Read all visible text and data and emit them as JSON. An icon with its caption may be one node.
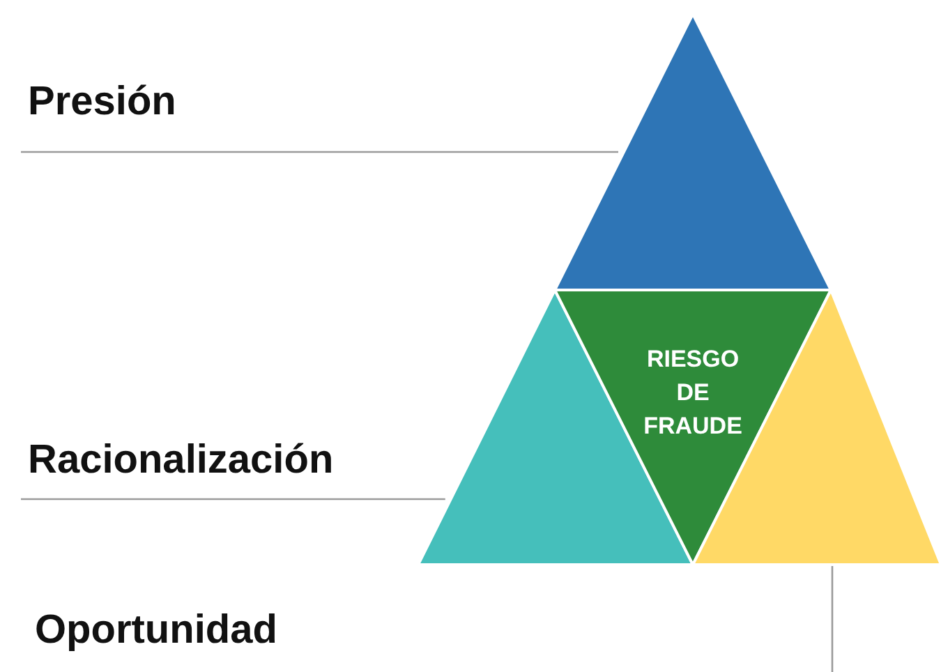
{
  "diagram": {
    "nodes": [
      {
        "text": [
          "Presión"
        ]
      },
      {
        "text": [],
        "shape": "triangle"
      },
      {
        "text": [
          "Racionalización"
        ]
      },
      {
        "text": [],
        "shape": "triangle"
      },
      {
        "text": [
          "RIESGO DE FRAUDE"
        ]
      },
      {
        "text": [],
        "shape": "triangle"
      },
      {
        "text": [
          "Oportunidad"
        ]
      }
    ],
    "edges": [
      {
        "from": 0,
        "to": 1,
        "arrow": "none"
      },
      {
        "from": 2,
        "to": 3,
        "arrow": "none"
      },
      {
        "from": null,
        "to": 5,
        "arrow": "none"
      }
    ]
  }
}
